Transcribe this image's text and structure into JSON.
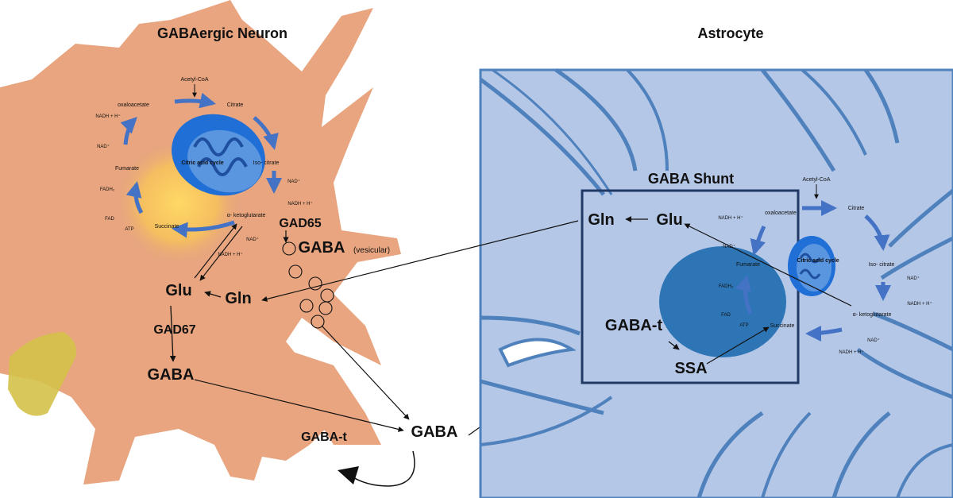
{
  "neuron": {
    "title": "GABAergic Neuron",
    "acetyl_coa": "Acetyl-CoA",
    "citrate": "Citrate",
    "oxaloacetate": "oxaloacetate",
    "iso_citrate": "Iso- citrate",
    "fumarate": "Fumarate",
    "succinate": "Succinate",
    "alpha_kg": "α- ketoglutarate",
    "citric_acid_cycle": "Citric acid cycle",
    "nadh": "NADH + H⁺",
    "nad": "NAD⁺",
    "fadh2": "FADH₂",
    "fad": "FAD",
    "atp": "ATP",
    "glu": "Glu",
    "gln": "Gln",
    "gad67": "GAD67",
    "gad65": "GAD65",
    "gaba": "GABA",
    "gaba_vesicular": "GABA",
    "vesicular": "(vesicular)",
    "gaba_t": "GABA-t"
  },
  "synapse": {
    "gaba": "GABA"
  },
  "astrocyte": {
    "title": "Astrocyte",
    "shunt_title": "GABA Shunt",
    "gln": "Gln",
    "glu": "Glu",
    "gaba_t": "GABA-t",
    "ssa": "SSA",
    "acetyl_coa": "Acetyl-CoA",
    "citrate": "Citrate",
    "oxaloacetate": "oxaloacetate",
    "iso_citrate": "Iso- citrate",
    "fumarate": "Fumarate",
    "succinate": "Succinate",
    "alpha_kg": "α- ketoglutarate",
    "citric_acid_cycle": "Citric acid cycle",
    "nadh": "NADH + H⁺",
    "nad": "NAD⁺",
    "fadh2": "FADH₂",
    "fad": "FAD",
    "atp": "ATP"
  },
  "colors": {
    "neuron_fill": "#e8a57f",
    "astro_fill": "#b4c7e7",
    "astro_outline": "#4f81bd",
    "mito_blue": "#1f6fd6",
    "cycle_arrow": "#4472c4",
    "shunt_box": "#203864",
    "glow": "#ffd966",
    "terminal": "#d4c24a"
  }
}
